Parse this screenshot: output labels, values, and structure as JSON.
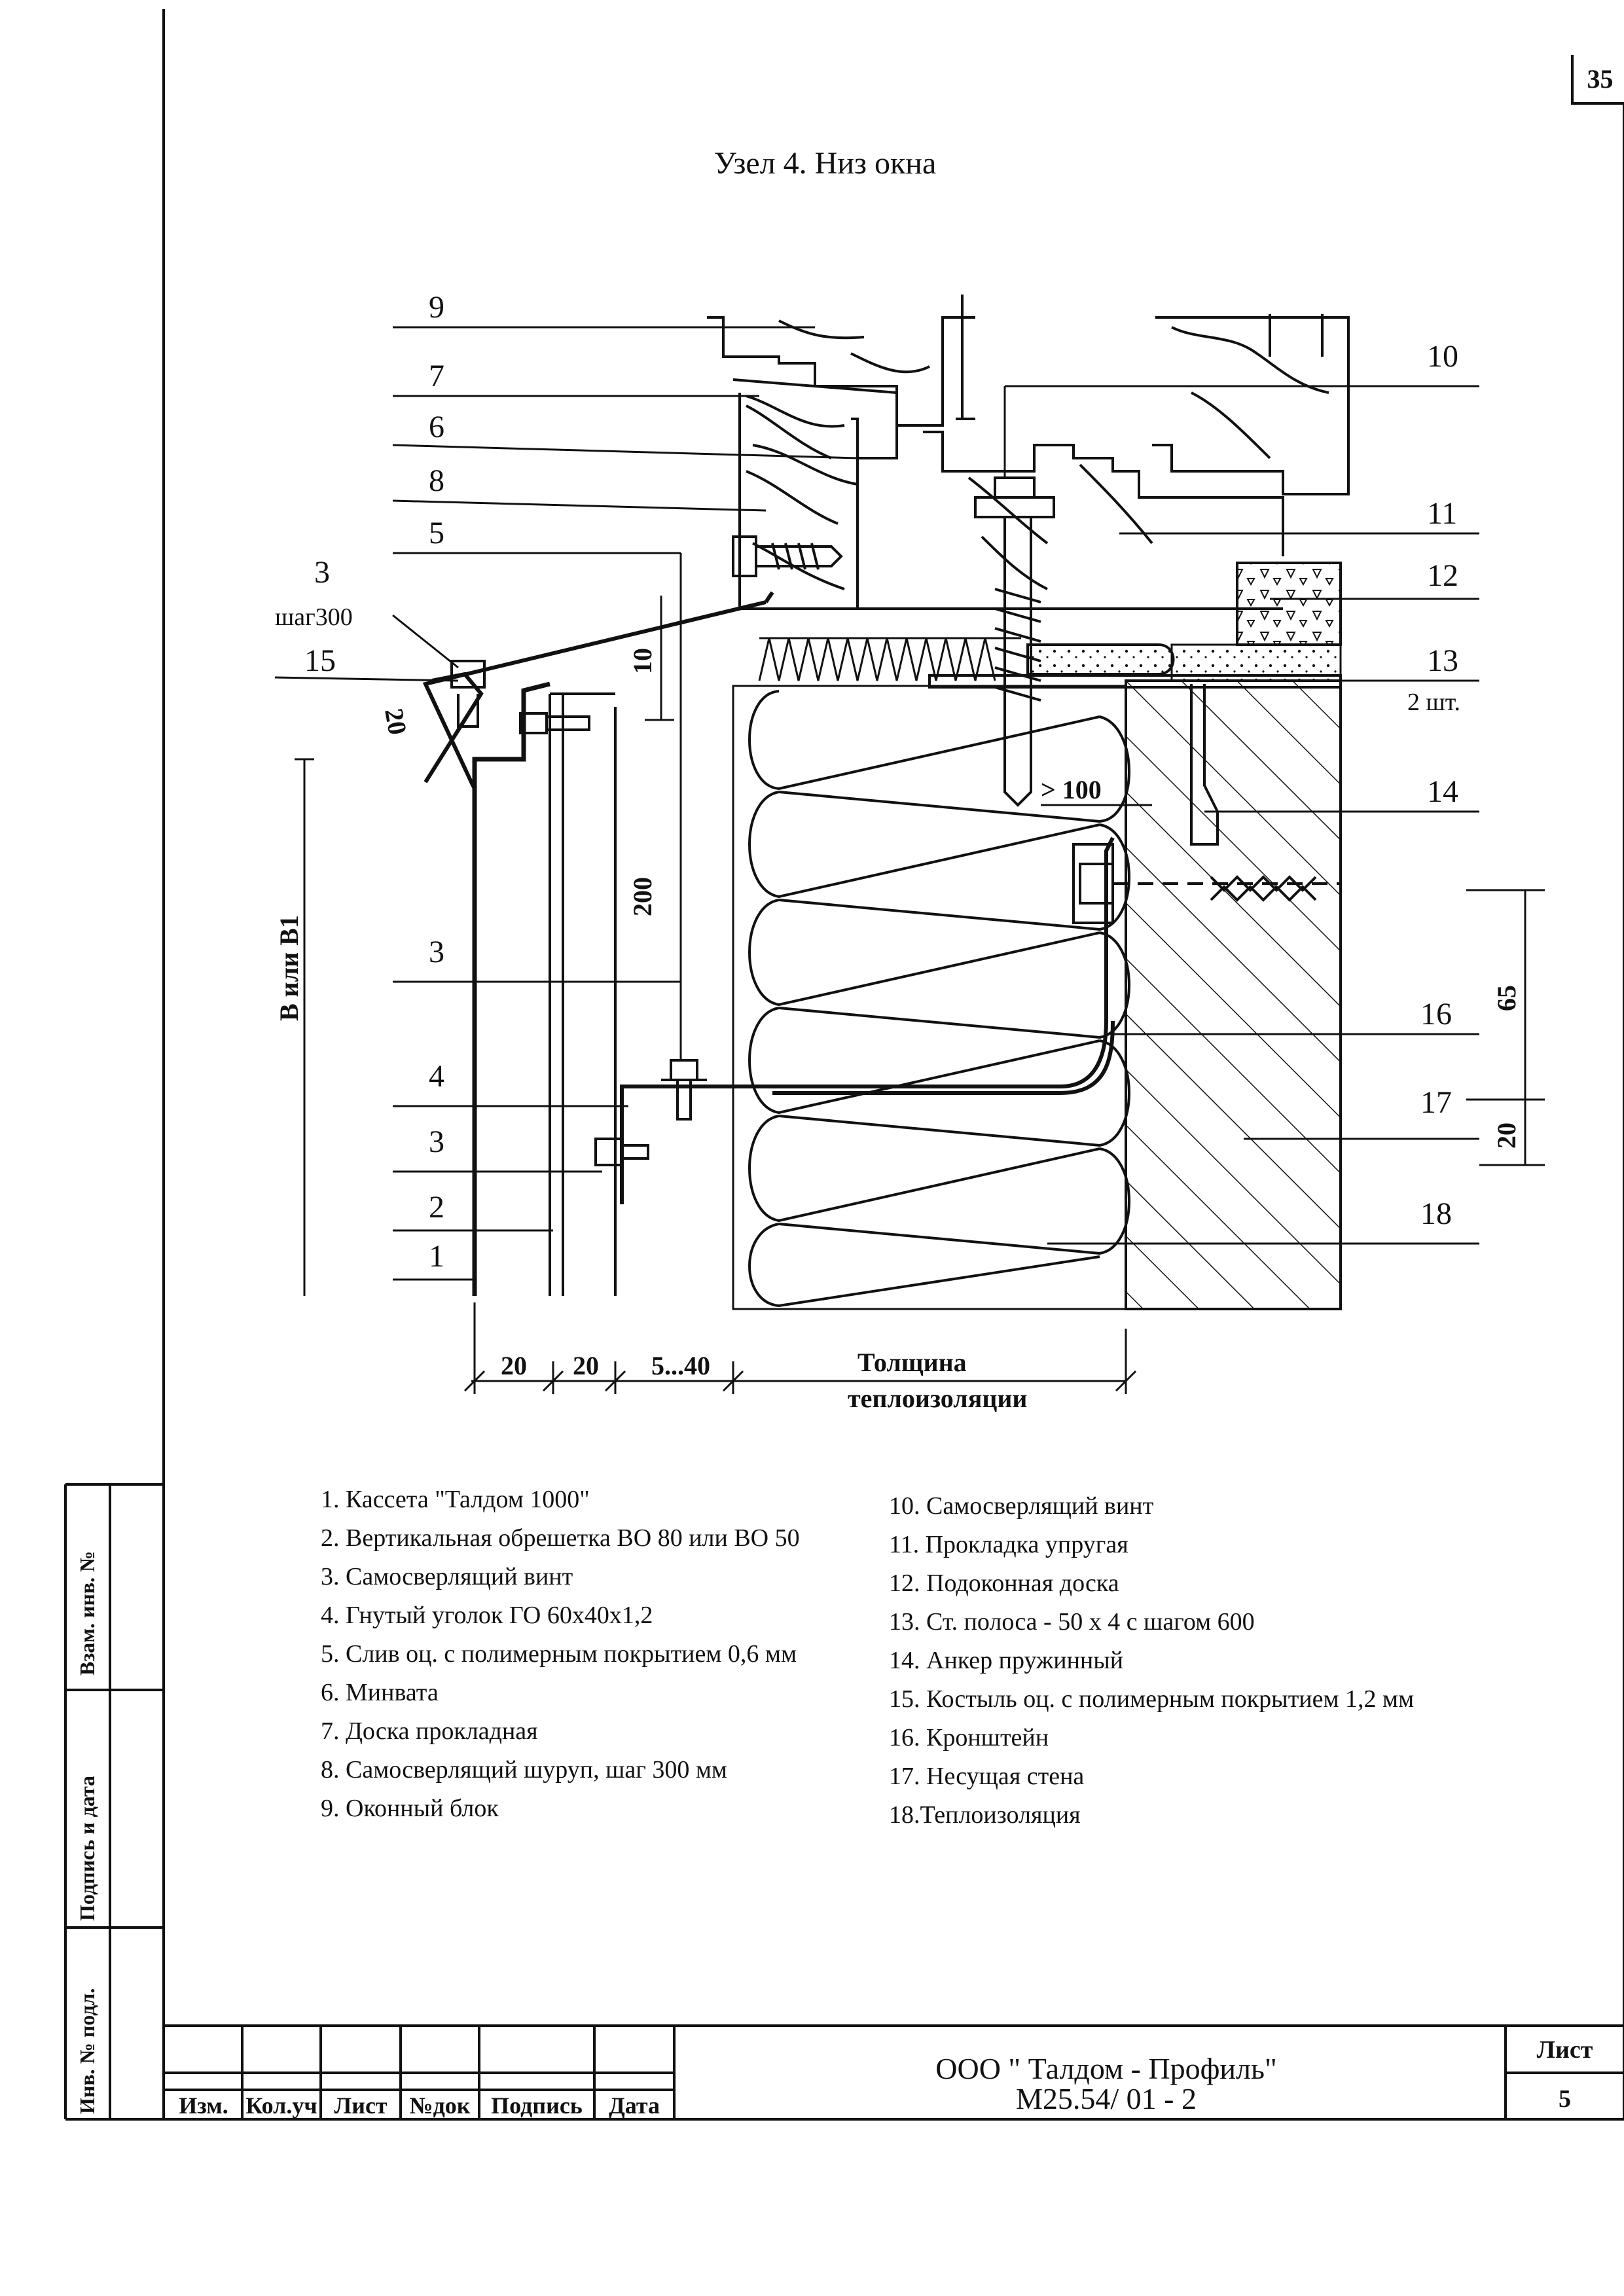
{
  "sheet_number": "35",
  "title": "Узел 4. Низ окна",
  "callouts": {
    "n9": "9",
    "n7": "7",
    "n6": "6",
    "n8": "8",
    "n5": "5",
    "n3a": "3",
    "step300": "шаг300",
    "n15": "15",
    "n3b": "3",
    "n4": "4",
    "n3c": "3",
    "n2": "2",
    "n1": "1",
    "n10": "10",
    "n11": "11",
    "n12": "12",
    "n13": "13",
    "pcs2": "2 шт.",
    "n14": "14",
    "n16": "16",
    "n17": "17",
    "n18": "18"
  },
  "dimensions": {
    "d_10": "10",
    "d_20_slope": "20",
    "d_200": "200",
    "d_gt100": "> 100",
    "d_65": "65",
    "d_20_right": "20",
    "b_or_b1": "В или В1",
    "bottom_20a": "20",
    "bottom_20b": "20",
    "bottom_5_40": "5...40",
    "insulation_thickness_1": "Толщина",
    "insulation_thickness_2": "теплоизоляции"
  },
  "legend_left": [
    "1. Кассета \"Талдом 1000\"",
    "2. Вертикальная обрешетка ВО 80 или ВО 50",
    "3. Самосверлящий винт",
    "4. Гнутый уголок ГО 60х40х1,2",
    "5. Слив оц. с полимерным покрытием 0,6 мм",
    "6. Минвата",
    "7. Доска прокладная",
    "8. Самосверлящий шуруп, шаг 300 мм",
    "9. Оконный блок"
  ],
  "legend_right": [
    "10. Самосверлящий винт",
    "11. Прокладка упругая",
    "12. Подоконная доска",
    "13. Ст. полоса  - 50 х 4 с шагом 600",
    "14.  Анкер пружинный",
    "15. Костыль оц. с полимерным покрытием 1,2 мм",
    "16. Кронштейн",
    "17. Несущая стена",
    "18.Теплоизоляция"
  ],
  "side_stamp": {
    "vzam": "Взам. инв. №",
    "podpis": "Подпись и дата",
    "inv": "Инв. № подл."
  },
  "title_block": {
    "izm": "Изм.",
    "koluch": "Кол.уч",
    "list": "Лист",
    "ndok": "№док",
    "podpis": "Подпись",
    "data": "Дата",
    "company": "ООО \" Талдом - Профиль\"",
    "code": "М25.54/ 01 - 2",
    "sheet_label": "Лист",
    "sheet_value": "5"
  }
}
